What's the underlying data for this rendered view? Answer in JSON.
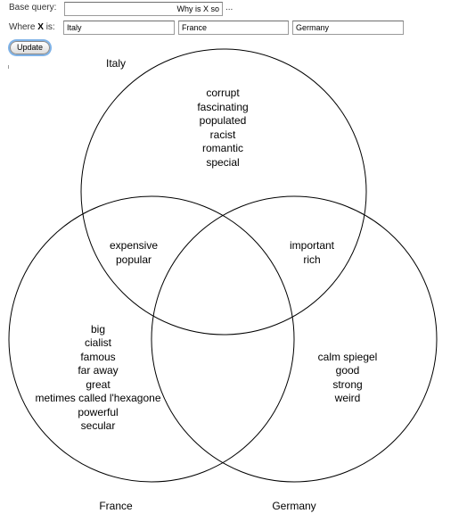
{
  "form": {
    "base_query_label": "Base query:",
    "base_query_value": "Why is X so",
    "ellipsis": "...",
    "where_label_prefix": "Where",
    "where_label_x": "X",
    "where_label_suffix": "is:",
    "inputs": [
      "Italy",
      "France",
      "Germany"
    ],
    "update_label": "Update"
  },
  "venn": {
    "sets": [
      {
        "name": "Italy",
        "only": [
          "corrupt",
          "fascinating",
          "populated",
          "racist",
          "romantic",
          "special"
        ]
      },
      {
        "name": "France",
        "only": [
          "big",
          "cialist",
          "famous",
          "far away",
          "great",
          "metimes called l'hexagone",
          "powerful",
          "secular"
        ]
      },
      {
        "name": "Germany",
        "only": [
          "calm spiegel",
          "good",
          "strong",
          "weird"
        ]
      }
    ],
    "italy_france": [
      "expensive",
      "popular"
    ],
    "italy_germany": [
      "important",
      "rich"
    ]
  }
}
